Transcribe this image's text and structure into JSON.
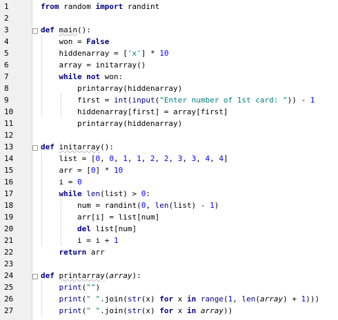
{
  "lines": [
    {
      "n": "1",
      "t": [
        [
          "kw",
          "from"
        ],
        [
          "n",
          " random "
        ],
        [
          "kw",
          "import"
        ],
        [
          "n",
          " randint"
        ]
      ]
    },
    {
      "n": "2",
      "t": []
    },
    {
      "n": "3",
      "t": [
        [
          "def",
          "def "
        ],
        [
          "defname",
          "main"
        ],
        [
          "n",
          "():"
        ]
      ]
    },
    {
      "n": "4",
      "t": [
        [
          "n",
          "    won = "
        ],
        [
          "kw",
          "False"
        ]
      ]
    },
    {
      "n": "5",
      "t": [
        [
          "n",
          "    hiddenarray = ["
        ],
        [
          "str",
          "'x'"
        ],
        [
          "n",
          "] * "
        ],
        [
          "num",
          "10"
        ]
      ]
    },
    {
      "n": "6",
      "t": [
        [
          "n",
          "    array = initarray()"
        ]
      ]
    },
    {
      "n": "7",
      "t": [
        [
          "n",
          "    "
        ],
        [
          "kw",
          "while not"
        ],
        [
          "n",
          " won:"
        ]
      ]
    },
    {
      "n": "8",
      "t": [
        [
          "n",
          "        printarray(hiddenarray)"
        ]
      ]
    },
    {
      "n": "9",
      "t": [
        [
          "n",
          "        first = "
        ],
        [
          "builtin",
          "int"
        ],
        [
          "n",
          "("
        ],
        [
          "builtin",
          "input"
        ],
        [
          "n",
          "("
        ],
        [
          "str",
          "\"Enter number of 1st card: \""
        ],
        [
          "n",
          ")) - "
        ],
        [
          "num",
          "1"
        ]
      ]
    },
    {
      "n": "10",
      "t": [
        [
          "n",
          "        hiddenarray[first] = array[first]"
        ]
      ]
    },
    {
      "n": "11",
      "t": [
        [
          "n",
          "        printarray(hiddenarray)"
        ]
      ]
    },
    {
      "n": "12",
      "t": []
    },
    {
      "n": "13",
      "t": [
        [
          "def",
          "def "
        ],
        [
          "defname",
          "initarray"
        ],
        [
          "n",
          "():"
        ]
      ]
    },
    {
      "n": "14",
      "t": [
        [
          "n",
          "    list = ["
        ],
        [
          "num",
          "0"
        ],
        [
          "n",
          ", "
        ],
        [
          "num",
          "0"
        ],
        [
          "n",
          ", "
        ],
        [
          "num",
          "1"
        ],
        [
          "n",
          ", "
        ],
        [
          "num",
          "1"
        ],
        [
          "n",
          ", "
        ],
        [
          "num",
          "2"
        ],
        [
          "n",
          ", "
        ],
        [
          "num",
          "2"
        ],
        [
          "n",
          ", "
        ],
        [
          "num",
          "3"
        ],
        [
          "n",
          ", "
        ],
        [
          "num",
          "3"
        ],
        [
          "n",
          ", "
        ],
        [
          "num",
          "4"
        ],
        [
          "n",
          ", "
        ],
        [
          "num",
          "4"
        ],
        [
          "n",
          "]"
        ]
      ]
    },
    {
      "n": "15",
      "t": [
        [
          "n",
          "    arr = ["
        ],
        [
          "num",
          "0"
        ],
        [
          "n",
          "] * "
        ],
        [
          "num",
          "10"
        ]
      ]
    },
    {
      "n": "16",
      "t": [
        [
          "n",
          "    i = "
        ],
        [
          "num",
          "0"
        ]
      ]
    },
    {
      "n": "17",
      "t": [
        [
          "n",
          "    "
        ],
        [
          "kw",
          "while"
        ],
        [
          "n",
          " "
        ],
        [
          "builtin",
          "len"
        ],
        [
          "n",
          "(list) > "
        ],
        [
          "num",
          "0"
        ],
        [
          "n",
          ":"
        ]
      ]
    },
    {
      "n": "18",
      "t": [
        [
          "n",
          "        num = randint("
        ],
        [
          "num",
          "0"
        ],
        [
          "n",
          ", "
        ],
        [
          "builtin",
          "len"
        ],
        [
          "n",
          "(list) - "
        ],
        [
          "num",
          "1"
        ],
        [
          "n",
          ")"
        ]
      ]
    },
    {
      "n": "19",
      "t": [
        [
          "n",
          "        arr[i] = list[num]"
        ]
      ]
    },
    {
      "n": "20",
      "t": [
        [
          "n",
          "        "
        ],
        [
          "kw",
          "del"
        ],
        [
          "n",
          " list[num]"
        ]
      ]
    },
    {
      "n": "21",
      "t": [
        [
          "n",
          "        i = i + "
        ],
        [
          "num",
          "1"
        ]
      ]
    },
    {
      "n": "22",
      "t": [
        [
          "n",
          "    "
        ],
        [
          "kw",
          "return"
        ],
        [
          "n",
          " arr"
        ]
      ]
    },
    {
      "n": "23",
      "t": []
    },
    {
      "n": "24",
      "t": [
        [
          "def",
          "def "
        ],
        [
          "defname",
          "printarray"
        ],
        [
          "n",
          "("
        ],
        [
          "param",
          "array"
        ],
        [
          "n",
          "):"
        ]
      ]
    },
    {
      "n": "25",
      "t": [
        [
          "n",
          "    "
        ],
        [
          "builtin",
          "print"
        ],
        [
          "n",
          "("
        ],
        [
          "str",
          "\"\""
        ],
        [
          "n",
          ")"
        ]
      ]
    },
    {
      "n": "26",
      "t": [
        [
          "n",
          "    "
        ],
        [
          "builtin",
          "print"
        ],
        [
          "n",
          "("
        ],
        [
          "str",
          "\" \""
        ],
        [
          "n",
          ".join("
        ],
        [
          "builtin",
          "str"
        ],
        [
          "n",
          "(x) "
        ],
        [
          "kw",
          "for"
        ],
        [
          "n",
          " x "
        ],
        [
          "kw",
          "in"
        ],
        [
          "n",
          " "
        ],
        [
          "builtin",
          "range"
        ],
        [
          "n",
          "("
        ],
        [
          "num",
          "1"
        ],
        [
          "n",
          ", "
        ],
        [
          "builtin",
          "len"
        ],
        [
          "n",
          "("
        ],
        [
          "param",
          "array"
        ],
        [
          "n",
          ") + "
        ],
        [
          "num",
          "1"
        ],
        [
          "n",
          ")))"
        ]
      ]
    },
    {
      "n": "27",
      "t": [
        [
          "n",
          "    "
        ],
        [
          "builtin",
          "print"
        ],
        [
          "n",
          "("
        ],
        [
          "str",
          "\" \""
        ],
        [
          "n",
          ".join("
        ],
        [
          "builtin",
          "str"
        ],
        [
          "n",
          "(x) "
        ],
        [
          "kw",
          "for"
        ],
        [
          "n",
          " x "
        ],
        [
          "kw",
          "in"
        ],
        [
          "n",
          " "
        ],
        [
          "param",
          "array"
        ],
        [
          "n",
          "))"
        ]
      ]
    }
  ]
}
